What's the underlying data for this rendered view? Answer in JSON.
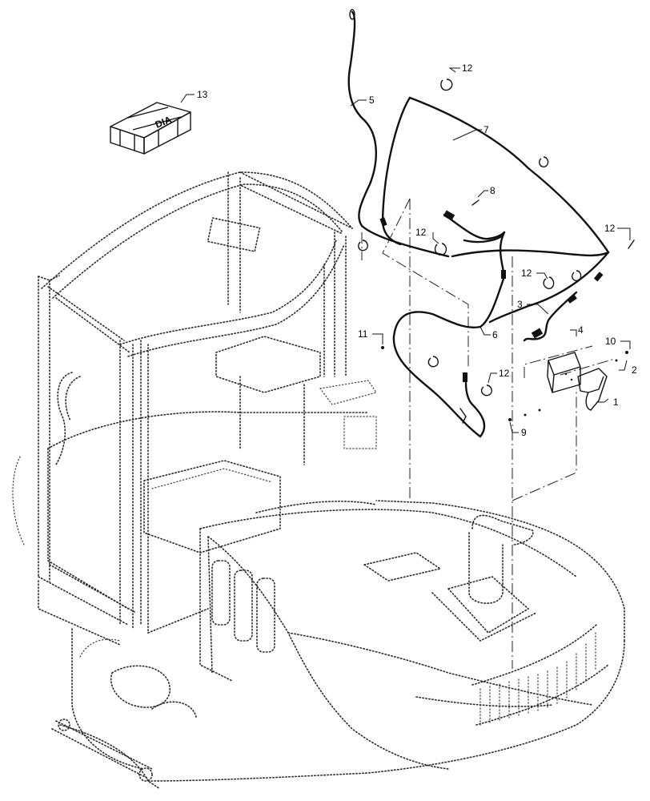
{
  "callouts": {
    "c1": "1",
    "c2": "2",
    "c3": "3",
    "c4": "4",
    "c5": "5",
    "c6": "6",
    "c7": "7",
    "c8": "8",
    "c9": "9",
    "c10": "10",
    "c11": "11",
    "c12a": "12",
    "c12b": "12",
    "c12c": "12",
    "c12d": "12",
    "c12e": "12",
    "c13": "13"
  },
  "kit_label": "DIA"
}
